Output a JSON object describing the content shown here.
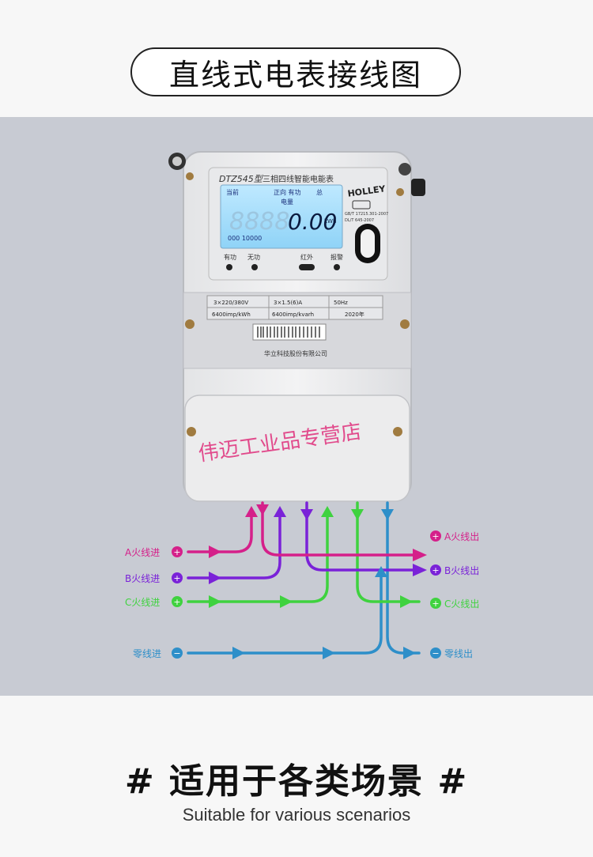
{
  "header": {
    "title": "直线式电表接线图"
  },
  "meter": {
    "model": "DTZ545型",
    "name": "三相四线智能电能表",
    "brand": "HOLLEY",
    "lcd_reading": "0.00",
    "lcd_unit": "kWh",
    "lcd_labels": {
      "current": "当前",
      "direction": "正向 有功",
      "total": "总",
      "energy": "电量"
    },
    "standards": [
      "GB/T 17215.301-2007",
      "DL/T 645-2007"
    ],
    "indicators": [
      "有功",
      "无功",
      "红外",
      "报警"
    ],
    "spec_row1": [
      "3×220/380V",
      "3×1.5(6)A",
      "50Hz"
    ],
    "spec_row2": [
      "6400imp/kWh",
      "6400imp/kvarh",
      "2020年"
    ],
    "manufacturer": "华立科技股份有限公司"
  },
  "watermark": "伟迈工业品专营店",
  "wiring": {
    "inputs": [
      {
        "label": "A火线进",
        "sign": "+",
        "color": "#d5208a"
      },
      {
        "label": "B火线进",
        "sign": "+",
        "color": "#7a22d8"
      },
      {
        "label": "C火线进",
        "sign": "+",
        "color": "#3fd23f"
      },
      {
        "label": "零线进",
        "sign": "−",
        "color": "#2e8fc9"
      }
    ],
    "outputs": [
      {
        "label": "A火线出",
        "sign": "+",
        "color": "#d5208a"
      },
      {
        "label": "B火线出",
        "sign": "+",
        "color": "#7a22d8"
      },
      {
        "label": "C火线出",
        "sign": "+",
        "color": "#3fd23f"
      },
      {
        "label": "零线出",
        "sign": "−",
        "color": "#2e8fc9"
      }
    ]
  },
  "footer": {
    "title": "# 适用于各类场景 #",
    "subtitle": "Suitable for various scenarios"
  }
}
